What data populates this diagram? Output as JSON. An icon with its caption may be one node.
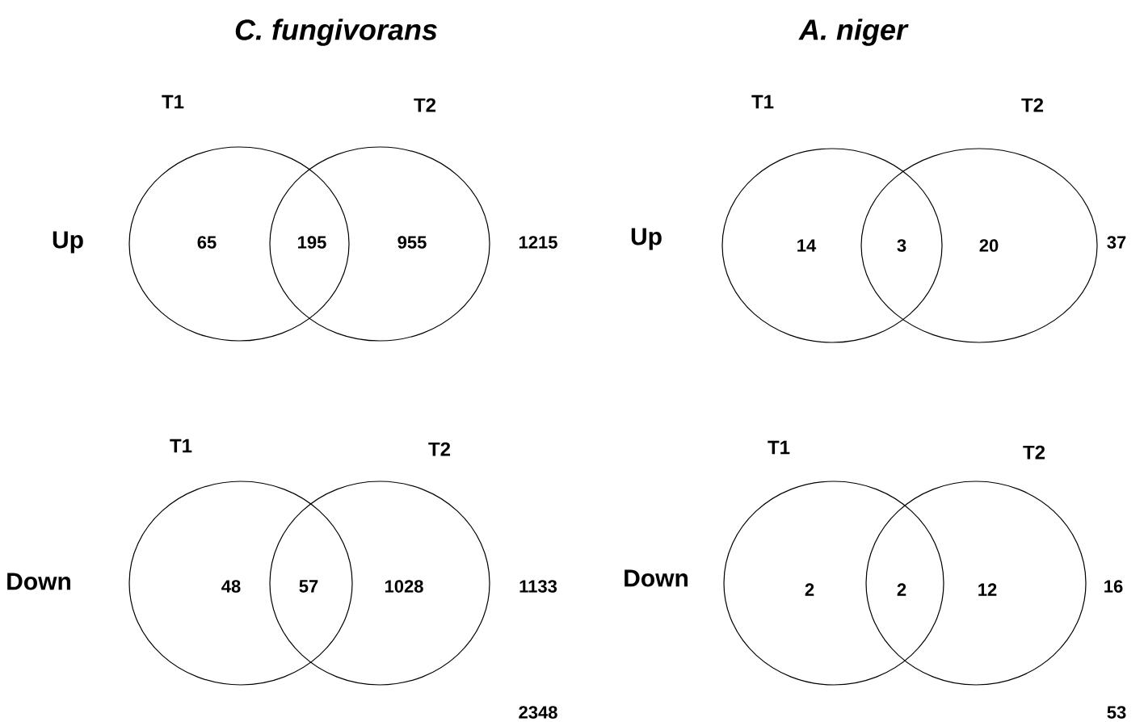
{
  "diagram": {
    "nodes": [
      {
        "text": [
          "T1"
        ]
      },
      {
        "text": [
          "T2"
        ]
      },
      {
        "text": [
          "T1"
        ]
      },
      {
        "text": [
          "T2"
        ]
      },
      {
        "text": [
          "T1"
        ]
      },
      {
        "text": [
          "T2"
        ]
      },
      {
        "text": [
          "T1"
        ]
      },
      {
        "text": [
          "T2"
        ]
      }
    ],
    "labels": [
      "C. fungivorans",
      "A. niger",
      "Up",
      "65",
      "195",
      "955",
      "1215",
      "Up",
      "14",
      "3",
      "20",
      "37",
      "Down",
      "48",
      "57",
      "1028",
      "1133",
      "Down",
      "2",
      "2",
      "12",
      "16",
      "2348",
      "53"
    ]
  }
}
